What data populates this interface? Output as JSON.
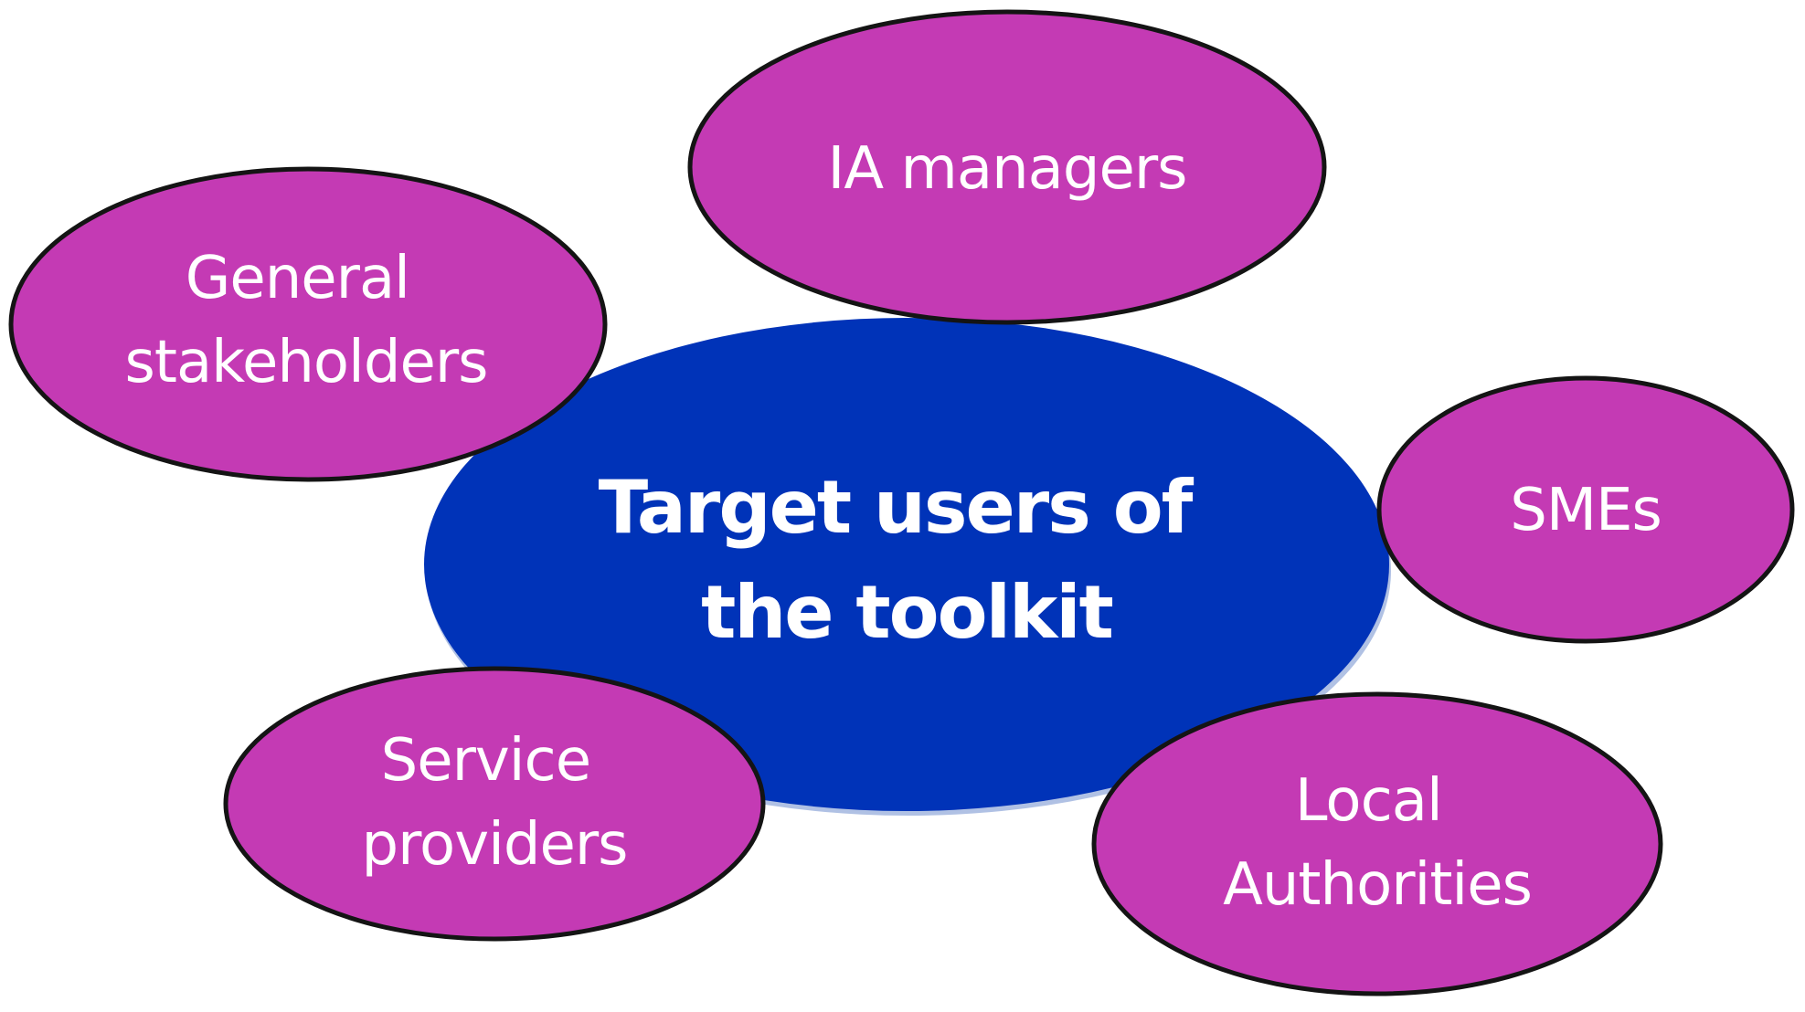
{
  "colors": {
    "center_fill": "#0033b8",
    "center_shadow": "#8ea6d8",
    "outer_fill": "#c43ab4",
    "outline": "#141414",
    "text": "#ffffff"
  },
  "center_node": {
    "line1": "Target users of",
    "line2": "the toolkit"
  },
  "nodes": {
    "ia_managers": {
      "line1": "IA managers"
    },
    "general_stakeholders": {
      "line1": "General",
      "line2": "stakeholders"
    },
    "smes": {
      "line1": "SMEs"
    },
    "service_providers": {
      "line1": "Service",
      "line2": "providers"
    },
    "local_authorities": {
      "line1": "Local",
      "line2": "Authorities"
    }
  }
}
